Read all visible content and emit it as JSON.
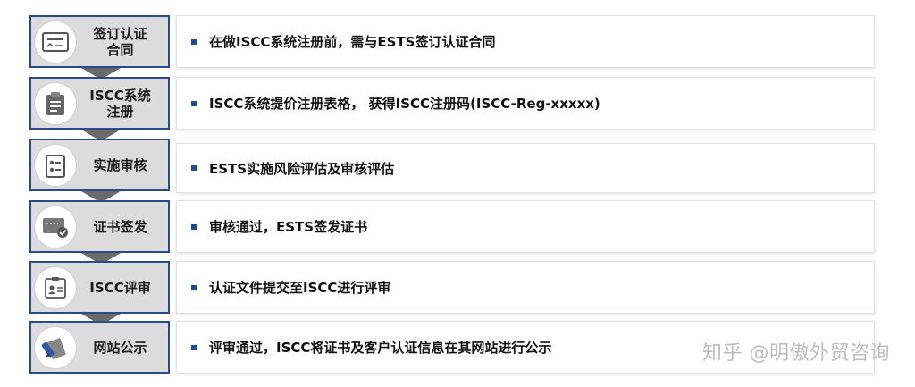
{
  "steps": [
    {
      "label": "签订认证\n合同",
      "description": "在做ISCC系统注册前，需与ESTS签订认证合同",
      "icon": "contract-icon"
    },
    {
      "label": "ISCC系统\n注册",
      "description": "ISCC系统提价注册表格，  获得ISCC注册码(ISCC-Reg-xxxxx)",
      "icon": "clipboard-form-icon"
    },
    {
      "label": "实施审核",
      "description": "ESTS实施风险评估及审核评估",
      "icon": "checklist-icon"
    },
    {
      "label": "证书签发",
      "description": "审核通过，ESTS签发证书",
      "icon": "certificate-icon"
    },
    {
      "label": "ISCC评审",
      "description": "认证文件提交至ISCC进行评审",
      "icon": "id-card-icon"
    },
    {
      "label": "网站公示",
      "description": "评审通过，ISCC将证书及客户认证信息在其网站进行公示",
      "icon": "pen-paper-icon"
    }
  ],
  "watermark": "知乎 @明傲外贸咨询",
  "colors": {
    "step_border": "#2a4a8a",
    "step_fill": "#dcdcdc",
    "arrow": "#6a6a6a",
    "bullet": "#1f4a96"
  }
}
